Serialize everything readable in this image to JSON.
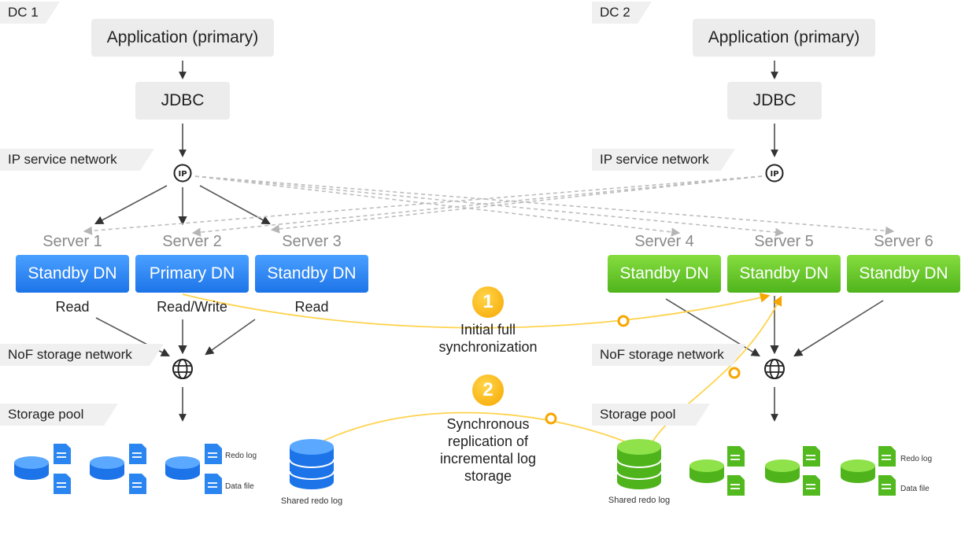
{
  "dc1": {
    "label": "DC 1",
    "application": "Application (primary)",
    "jdbc": "JDBC",
    "ip_network": "IP service network",
    "nof_network": "NoF storage network",
    "storage_pool": "Storage pool",
    "servers": [
      {
        "label": "Server 1",
        "role": "Standby DN",
        "access": "Read"
      },
      {
        "label": "Server 2",
        "role": "Primary DN",
        "access": "Read/Write"
      },
      {
        "label": "Server 3",
        "role": "Standby DN",
        "access": "Read"
      }
    ],
    "redo_log": "Redo log",
    "data_file": "Data file",
    "shared_redo_log": "Shared redo log",
    "color": "#1d74e8"
  },
  "dc2": {
    "label": "DC 2",
    "application": "Application (primary)",
    "jdbc": "JDBC",
    "ip_network": "IP service network",
    "nof_network": "NoF storage network",
    "storage_pool": "Storage pool",
    "servers": [
      {
        "label": "Server 4",
        "role": "Standby DN"
      },
      {
        "label": "Server 5",
        "role": "Standby DN"
      },
      {
        "label": "Server 6",
        "role": "Standby DN"
      }
    ],
    "redo_log": "Redo log",
    "data_file": "Data file",
    "shared_redo_log": "Shared redo log",
    "color": "#4fb41c"
  },
  "steps": [
    {
      "number": "1",
      "text": "Initial full synchronization"
    },
    {
      "number": "2",
      "text": "Synchronous replication of incremental log storage"
    }
  ],
  "icons": {
    "ip": "ip-address-icon",
    "network": "globe-icon",
    "database": "database-icon",
    "file": "document-icon"
  },
  "accent_color": "#f7a600"
}
